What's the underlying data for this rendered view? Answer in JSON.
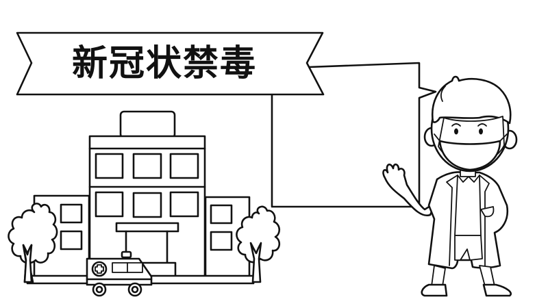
{
  "banner": {
    "title": "新冠状禁毒"
  },
  "speech_bubble": {
    "text": ""
  },
  "illustration": {
    "elements": [
      "ribbon-banner",
      "speech-bubble",
      "hospital-building",
      "ambulance",
      "tree-left",
      "tree-right",
      "doctor-with-mask"
    ],
    "ambulance_icon": "medical-cross-icon",
    "style": "black line art on white",
    "stroke_color": "#111111",
    "background_color": "#ffffff"
  }
}
